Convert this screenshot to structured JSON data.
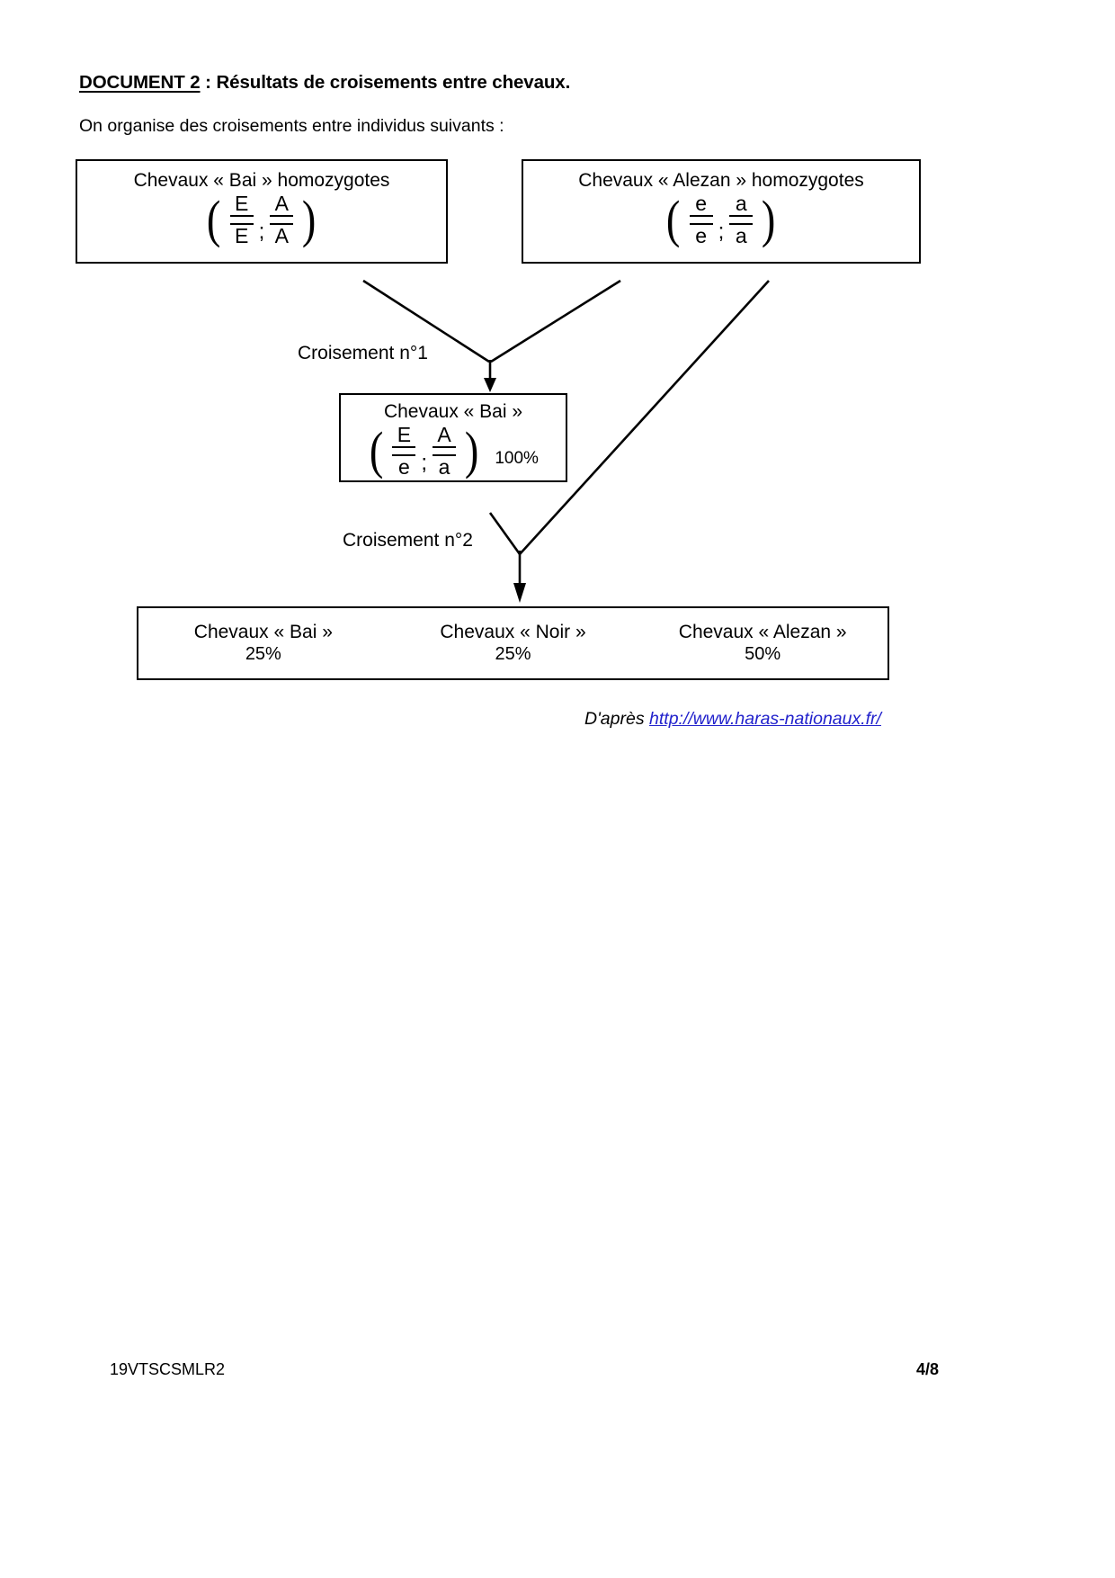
{
  "header": {
    "doc_label": "DOCUMENT 2",
    "doc_separator": " : ",
    "doc_title": "Résultats de croisements entre chevaux.",
    "intro": "On organise des croisements entre individus suivants :"
  },
  "parents": [
    {
      "title": "Chevaux « Bai » homozygotes",
      "genotype": {
        "locus1": {
          "numerator": "E",
          "denominator": "E"
        },
        "separator": ";",
        "locus2": {
          "numerator": "A",
          "denominator": "A"
        }
      }
    },
    {
      "title": "Chevaux « Alezan » homozygotes",
      "genotype": {
        "locus1": {
          "numerator": "e",
          "denominator": "e"
        },
        "separator": ";",
        "locus2": {
          "numerator": "a",
          "denominator": "a"
        }
      }
    }
  ],
  "crosses": [
    {
      "label": "Croisement n°1"
    },
    {
      "label": "Croisement n°2"
    }
  ],
  "f1": {
    "title": "Chevaux « Bai »",
    "genotype": {
      "locus1": {
        "numerator": "E",
        "denominator": "e"
      },
      "separator": ";",
      "locus2": {
        "numerator": "A",
        "denominator": "a"
      }
    },
    "percentage": "100%"
  },
  "results": {
    "items": [
      {
        "name": "Chevaux « Bai »",
        "percentage": "25%"
      },
      {
        "name": "Chevaux « Noir »",
        "percentage": "25%"
      },
      {
        "name": "Chevaux « Alezan »",
        "percentage": "50%"
      }
    ]
  },
  "source": {
    "prefix": "D'après ",
    "link_text": "http://www.haras-nationaux.fr/",
    "link_color": "#2222cc"
  },
  "footer": {
    "code": "19VTSCSMLR2",
    "page": "4/8"
  }
}
